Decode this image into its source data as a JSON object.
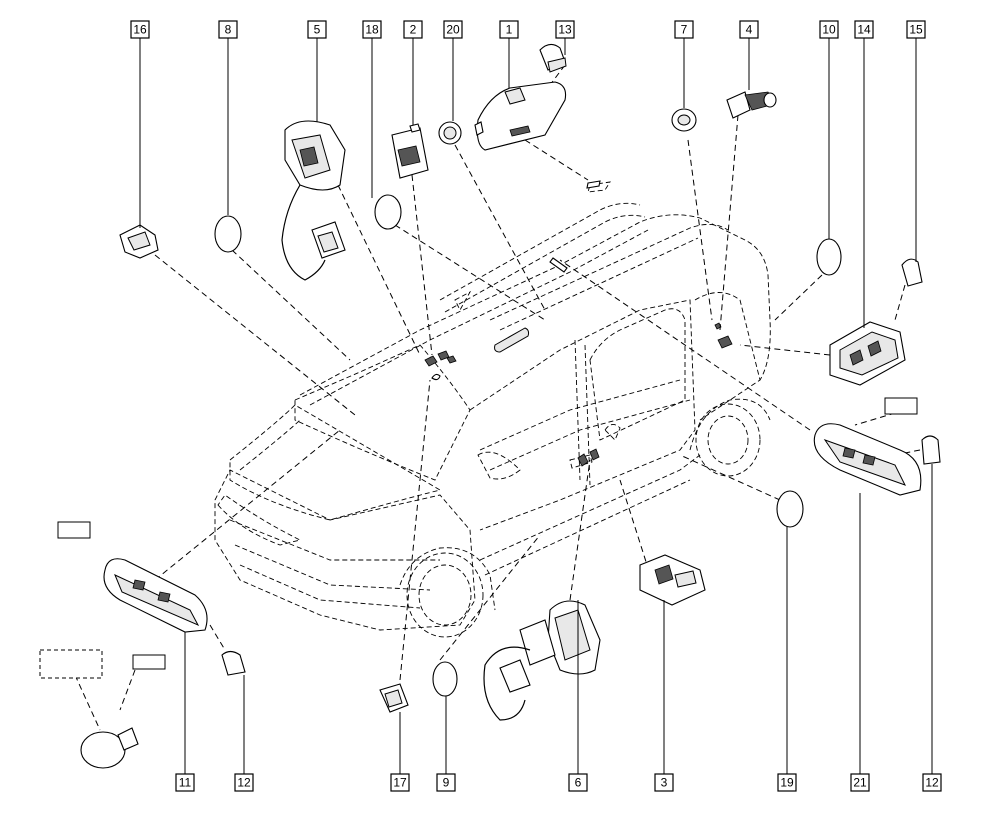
{
  "callouts": [
    {
      "id": "c16",
      "label": "16"
    },
    {
      "id": "c8",
      "label": "8"
    },
    {
      "id": "c5",
      "label": "5"
    },
    {
      "id": "c18",
      "label": "18"
    },
    {
      "id": "c2",
      "label": "2"
    },
    {
      "id": "c20",
      "label": "20"
    },
    {
      "id": "c1",
      "label": "1"
    },
    {
      "id": "c13",
      "label": "13"
    },
    {
      "id": "c7",
      "label": "7"
    },
    {
      "id": "c4",
      "label": "4"
    },
    {
      "id": "c10",
      "label": "10"
    },
    {
      "id": "c14",
      "label": "14"
    },
    {
      "id": "c15",
      "label": "15"
    },
    {
      "id": "c11",
      "label": "11"
    },
    {
      "id": "c12a",
      "label": "12"
    },
    {
      "id": "c17",
      "label": "17"
    },
    {
      "id": "c9",
      "label": "9"
    },
    {
      "id": "c6",
      "label": "6"
    },
    {
      "id": "c3",
      "label": "3"
    },
    {
      "id": "c19",
      "label": "19"
    },
    {
      "id": "c21",
      "label": "21"
    },
    {
      "id": "c12b",
      "label": "12"
    }
  ]
}
